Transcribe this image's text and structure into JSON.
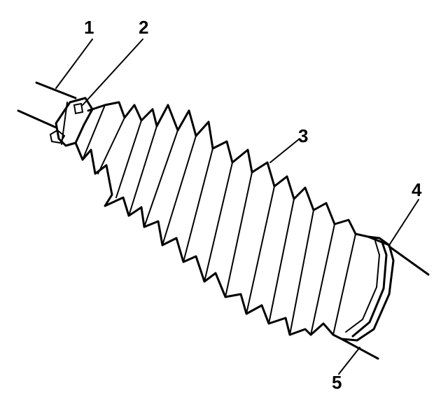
{
  "figure": {
    "ink_color": "#000000",
    "background_color": "#ffffff",
    "callouts": [
      {
        "id": "1",
        "label": "1"
      },
      {
        "id": "2",
        "label": "2"
      },
      {
        "id": "3",
        "label": "3"
      },
      {
        "id": "4",
        "label": "4"
      },
      {
        "id": "5",
        "label": "5"
      }
    ]
  }
}
